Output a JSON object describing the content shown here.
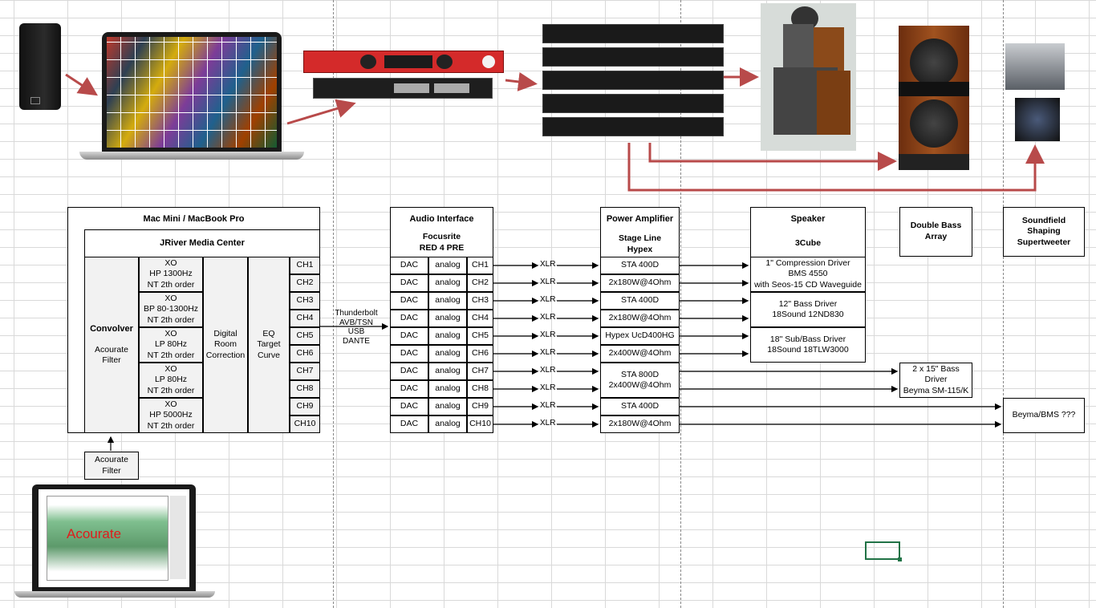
{
  "mac": {
    "title": "Mac Mini / MacBook Pro",
    "app": "JRiver Media Center",
    "convolver": "Convolver",
    "convolver_filter": "Acourate\nFilter",
    "xo": [
      "XO\nHP 1300Hz\nNT 2th order",
      "XO\nBP 80-1300Hz\nNT 2th order",
      "XO\nLP 80Hz\nNT 2th order",
      "XO\nLP 80Hz\nNT 2th order",
      "XO\nHP 5000Hz\nNT 2th order"
    ],
    "drc": "Digital\nRoom\nCorrection",
    "eq": "EQ\nTarget\nCurve",
    "channels": [
      "CH1",
      "CH2",
      "CH3",
      "CH4",
      "CH5",
      "CH6",
      "CH7",
      "CH8",
      "CH9",
      "CH10"
    ]
  },
  "acourate_filter_box": "Acourate\nFilter",
  "acourate_screen_label": "Acourate",
  "link_label": "Thunderbolt\nAVB/TSN\nUSB\nDANTE",
  "interface": {
    "title": "Audio Interface",
    "model": "Focusrite\nRED 4 PRE",
    "rows": [
      [
        "DAC",
        "analog",
        "CH1"
      ],
      [
        "DAC",
        "analog",
        "CH2"
      ],
      [
        "DAC",
        "analog",
        "CH3"
      ],
      [
        "DAC",
        "analog",
        "CH4"
      ],
      [
        "DAC",
        "analog",
        "CH5"
      ],
      [
        "DAC",
        "analog",
        "CH6"
      ],
      [
        "DAC",
        "analog",
        "CH7"
      ],
      [
        "DAC",
        "analog",
        "CH8"
      ],
      [
        "DAC",
        "analog",
        "CH9"
      ],
      [
        "DAC",
        "analog",
        "CH10"
      ]
    ]
  },
  "xlr_label": "XLR",
  "amp": {
    "title": "Power Amplifier",
    "brand": "Stage Line\nHypex",
    "rows": [
      "STA 400D",
      "2x180W@4Ohm",
      "STA 400D",
      "2x180W@4Ohm",
      "Hypex UcD400HG",
      "2x400W@4Ohm",
      "STA 800D\n2x400W@4Ohm",
      "STA 400D",
      "2x180W@4Ohm"
    ]
  },
  "speaker": {
    "title": "Speaker",
    "model": "3Cube",
    "drivers": [
      "1\" Compression Driver\nBMS 4550\nwith Seos-15 CD Waveguide",
      "12\" Bass Driver\n18Sound 12ND830",
      "18\" Sub/Bass Driver\n18Sound 18TLW3000"
    ]
  },
  "bass": {
    "title": "Double Bass\nArray",
    "driver": "2 x 15\" Bass\nDriver\nBeyma SM-115/K"
  },
  "tweeter": {
    "title": "Soundfield\nShaping\nSupertweeter",
    "driver": "Beyma/BMS ???"
  },
  "colors": {
    "arrow": "#b84a4a",
    "focusrite": "#d42a2a",
    "cell": "#f2f2f2",
    "selection": "#217346"
  }
}
